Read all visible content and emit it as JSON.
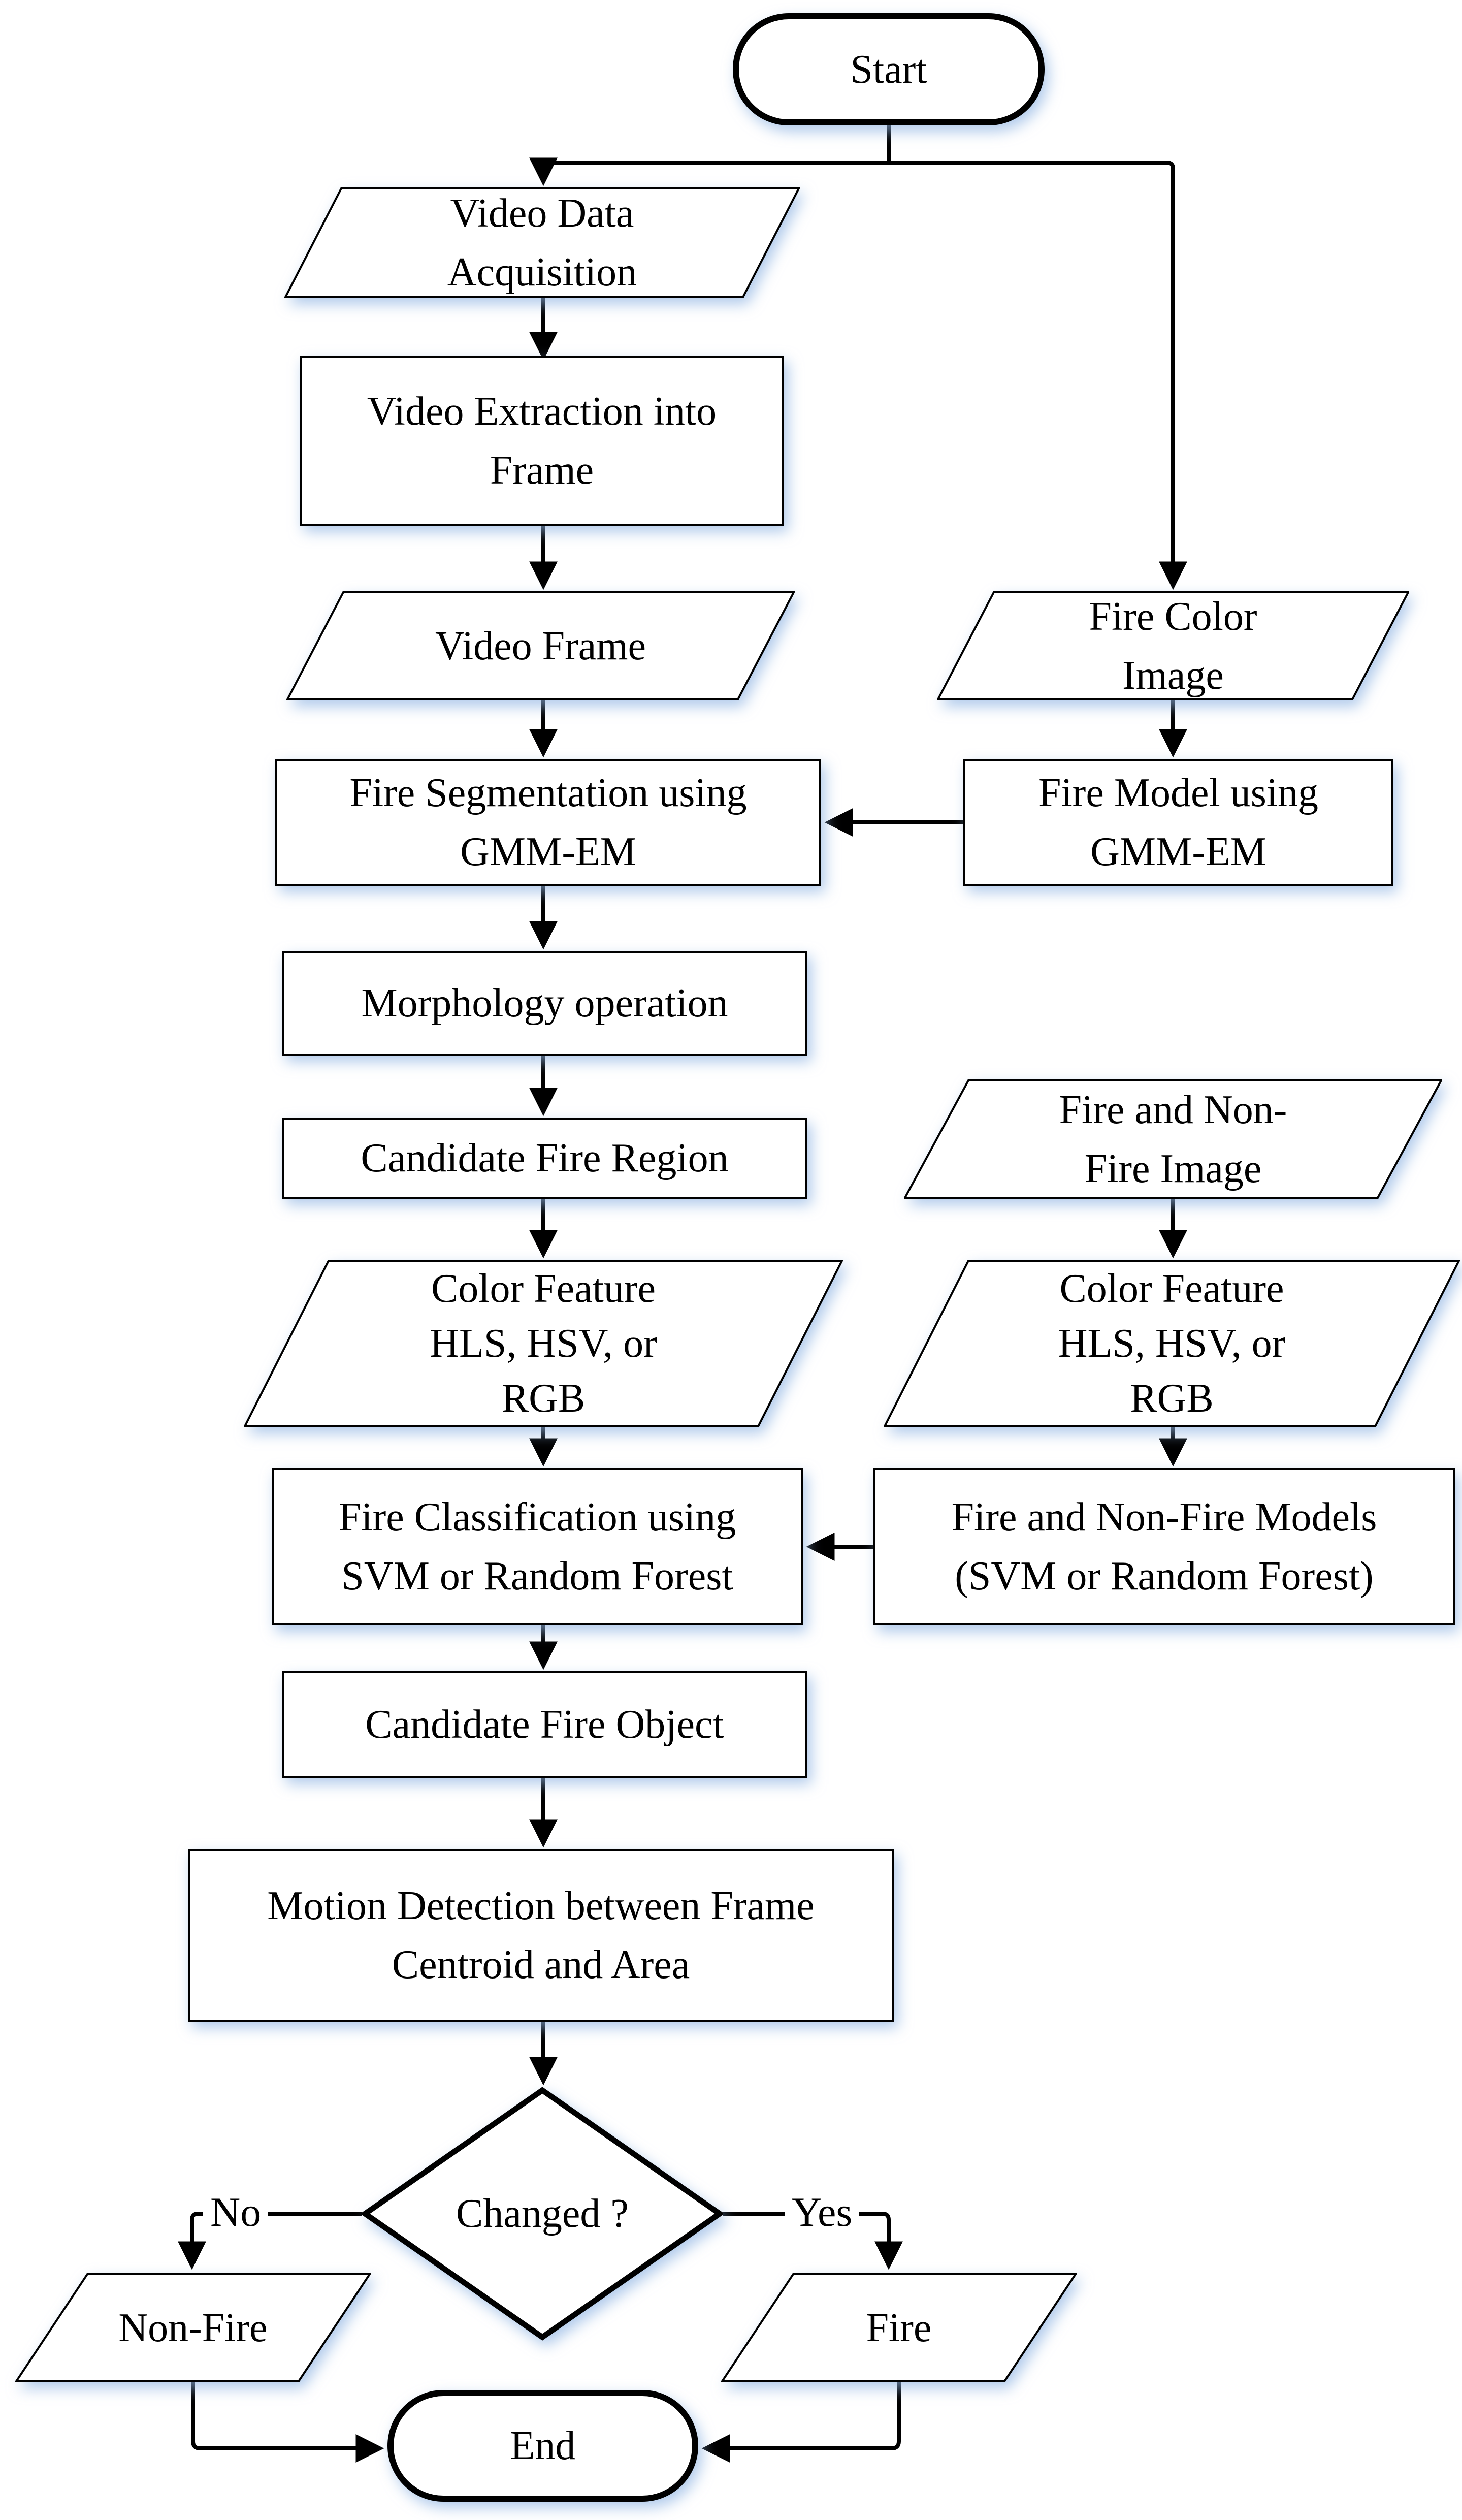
{
  "diagram": {
    "title_semantic": "Fire detection flowchart",
    "colors": {
      "background": "#ffffff",
      "stroke": "#000000",
      "shadow": "#9ec3e8",
      "text": "#000000"
    },
    "nodes": {
      "start": {
        "label": "Start",
        "shape": "stadium"
      },
      "video_data_acquisition": {
        "label": "Video Data\nAcquisition",
        "shape": "parallelogram"
      },
      "video_extraction": {
        "label": "Video Extraction into\nFrame",
        "shape": "rectangle"
      },
      "video_frame": {
        "label": "Video Frame",
        "shape": "parallelogram"
      },
      "fire_color_image": {
        "label": "Fire Color\nImage",
        "shape": "parallelogram"
      },
      "fire_segmentation": {
        "label": "Fire Segmentation using\nGMM-EM",
        "shape": "rectangle"
      },
      "fire_model": {
        "label": "Fire Model using\nGMM-EM",
        "shape": "rectangle"
      },
      "morphology": {
        "label": "Morphology operation",
        "shape": "rectangle"
      },
      "candidate_fire_region": {
        "label": "Candidate Fire Region",
        "shape": "rectangle"
      },
      "color_feature_left": {
        "label": "Color Feature\nHLS, HSV, or\nRGB",
        "shape": "parallelogram"
      },
      "fire_nonfire_image": {
        "label": "Fire and Non-\nFire Image",
        "shape": "parallelogram"
      },
      "color_feature_right": {
        "label": "Color Feature\nHLS, HSV, or\nRGB",
        "shape": "parallelogram"
      },
      "fire_classification": {
        "label": "Fire Classification using\nSVM or Random Forest",
        "shape": "rectangle"
      },
      "fire_nonfire_models": {
        "label": "Fire and Non-Fire Models\n(SVM or Random Forest)",
        "shape": "rectangle"
      },
      "candidate_fire_object": {
        "label": "Candidate Fire Object",
        "shape": "rectangle"
      },
      "motion_detection": {
        "label": "Motion Detection between Frame\nCentroid and Area",
        "shape": "rectangle"
      },
      "changed_decision": {
        "label": "Changed ?",
        "shape": "diamond"
      },
      "non_fire": {
        "label": "Non-Fire",
        "shape": "parallelogram"
      },
      "fire": {
        "label": "Fire",
        "shape": "parallelogram"
      },
      "end": {
        "label": "End",
        "shape": "stadium"
      }
    },
    "edge_labels": {
      "no": "No",
      "yes": "Yes"
    }
  }
}
